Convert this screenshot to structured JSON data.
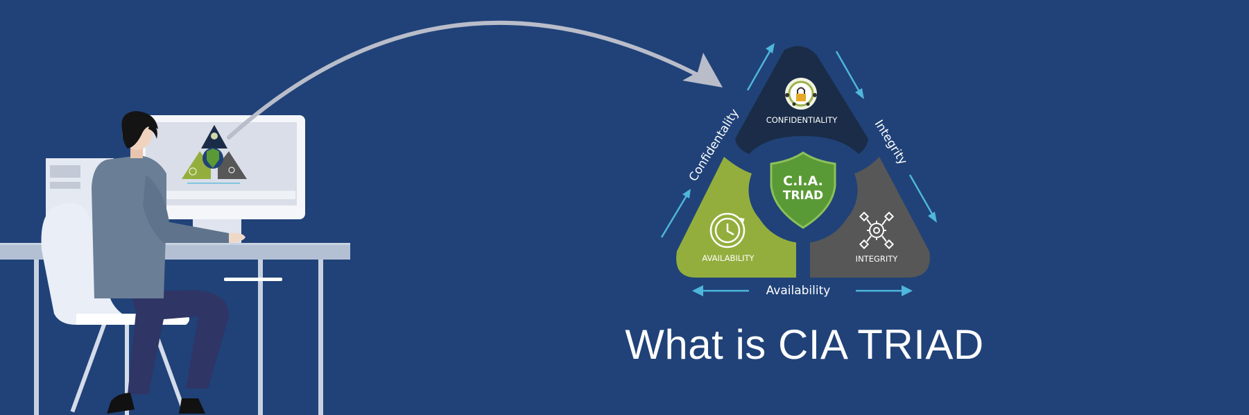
{
  "triad": {
    "center_line1": "C.I.A.",
    "center_line2": "TRIAD",
    "top_label": "CONFIDENTIALITY",
    "left_label": "AVAILABILITY",
    "right_label": "INTEGRITY",
    "edge_left": "Confidentality",
    "edge_right": "Integrity",
    "edge_bottom": "Availability"
  },
  "title": "What is CIA TRIAD",
  "colors": {
    "background": "#204278",
    "top_segment": "#1a2c47",
    "left_segment": "#94ae3e",
    "right_segment": "#575757",
    "shield": "#5a9a36",
    "arrows": "#4fb6dc",
    "curved_arrow": "#b9bdca"
  },
  "icons": {
    "top": "lock-badge-icon",
    "left": "clock-refresh-icon",
    "right": "gear-network-icon",
    "center": "shield-icon"
  }
}
